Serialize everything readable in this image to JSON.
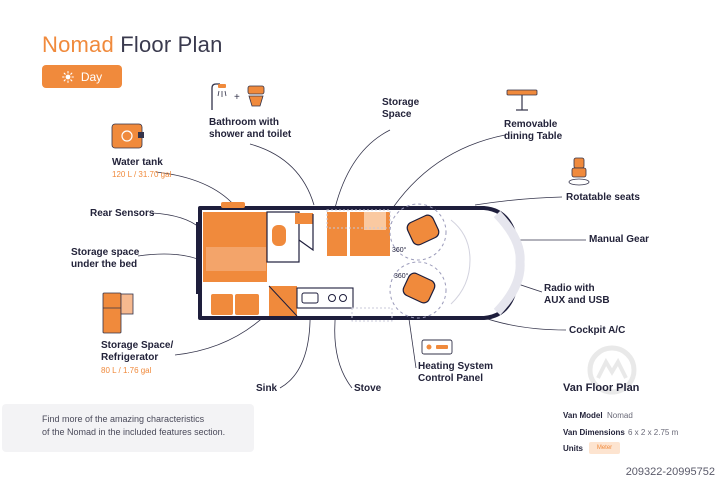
{
  "header": {
    "title_accent": "Nomad",
    "title_rest": "Floor Plan"
  },
  "mode_button": {
    "label": "Day",
    "icon": "sun-icon"
  },
  "labels": {
    "bathroom": "Bathroom with\nshower and toilet",
    "storage_space": "Storage\nSpace",
    "dining_table": "Removable\ndining Table",
    "water_tank": "Water tank",
    "water_tank_capacity": "120 L / 31.70 gal",
    "rotatable_seats": "Rotatable seats",
    "rear_sensors": "Rear Sensors",
    "manual_gear": "Manual Gear",
    "storage_under_bed": "Storage space\nunder the bed",
    "radio": "Radio with\nAUX and USB",
    "cockpit_ac": "Cockpit A/C",
    "storage_fridge": "Storage Space/\nRefrigerator",
    "fridge_capacity": "80 L / 1.76 gal",
    "heating": "Heating System\nControl Panel",
    "sink": "Sink",
    "stove": "Stove",
    "seat_rotation": "360°"
  },
  "info": {
    "text": "Find more of the amazing characteristics\nof the Nomad in the included features section."
  },
  "specs": {
    "title": "Van Floor Plan",
    "model_label": "Van Model",
    "model_value": "Nomad",
    "dimensions_label": "Van Dimensions",
    "dimensions_value": "6 x 2 x 2.75 m",
    "units_label": "Units",
    "units_value": "Meter"
  },
  "watermark": "209322-20995752",
  "colors": {
    "accent": "#f08a3c",
    "dark": "#1e1e3c",
    "light_accent": "#fde4d0"
  }
}
